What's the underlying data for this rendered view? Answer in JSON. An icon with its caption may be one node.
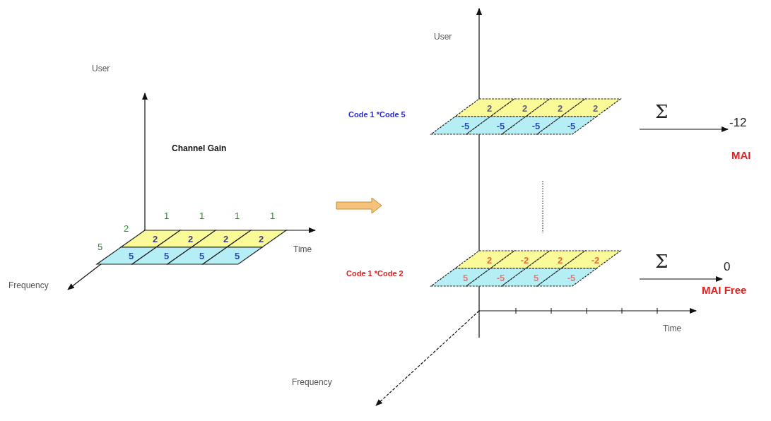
{
  "diagram": {
    "nodes": [
      {
        "text": [
          "2"
        ]
      },
      {
        "text": [
          "2"
        ]
      },
      {
        "text": [
          "2"
        ]
      },
      {
        "text": [
          "2"
        ]
      },
      {
        "text": [
          "5"
        ]
      },
      {
        "text": [
          "5"
        ]
      },
      {
        "text": [
          "5"
        ]
      },
      {
        "text": [
          "5"
        ]
      },
      {
        "text": [
          "2"
        ]
      },
      {
        "text": [
          "2"
        ]
      },
      {
        "text": [
          "2"
        ]
      },
      {
        "text": [
          "2"
        ]
      },
      {
        "text": [
          "-5"
        ]
      },
      {
        "text": [
          "-5"
        ]
      },
      {
        "text": [
          "-5"
        ]
      },
      {
        "text": [
          "-5"
        ]
      },
      {
        "text": [
          "-12"
        ]
      },
      {
        "text": [
          "2"
        ]
      },
      {
        "text": [
          "-2"
        ]
      },
      {
        "text": [
          "2"
        ]
      },
      {
        "text": [
          "-2"
        ]
      },
      {
        "text": [
          "5"
        ]
      },
      {
        "text": [
          "-5"
        ]
      },
      {
        "text": [
          "5"
        ]
      },
      {
        "text": [
          "-5"
        ]
      },
      {
        "text": [
          "0"
        ]
      }
    ],
    "edges": [
      {
        "from": null,
        "to": 16,
        "arrow": "to",
        "label": "Σ"
      },
      {
        "from": null,
        "to": 25,
        "arrow": "to",
        "label": "Σ"
      }
    ],
    "labels": [
      "User",
      "Channel Gain",
      "1",
      "1",
      "1",
      "1",
      "2",
      "5",
      "Time",
      "Frequency",
      "User",
      "Code 1 *Code 5",
      "MAI",
      "Code 1 *Code 2",
      "MAI Free",
      "Time",
      "Frequency"
    ]
  }
}
